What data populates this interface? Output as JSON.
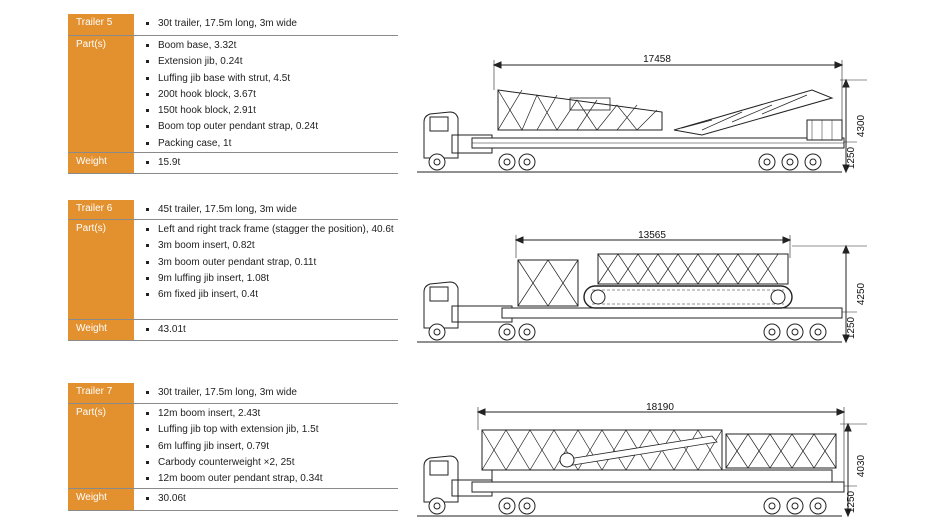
{
  "trailers": [
    {
      "title": "Trailer 5",
      "spec": "30t trailer, 17.5m long, 3m wide",
      "parts_label": "Part(s)",
      "parts": [
        "Boom base, 3.32t",
        "Extension jib, 0.24t",
        "Luffing jib base with strut, 4.5t",
        "200t hook block, 3.67t",
        "150t hook block, 2.91t",
        "Boom top outer pendant strap, 0.24t",
        "Packing case, 1t"
      ],
      "weight_label": "Weight",
      "weight": "15.9t",
      "dims": {
        "length": "17458",
        "height": "4300",
        "bed": "1250"
      }
    },
    {
      "title": "Trailer 6",
      "spec": "45t trailer, 17.5m long, 3m wide",
      "parts_label": "Part(s)",
      "parts": [
        "Left and right track frame (stagger the position), 40.6t",
        "3m boom insert, 0.82t",
        "3m boom outer pendant strap, 0.11t",
        "9m luffing jib insert, 1.08t",
        "6m fixed jib insert, 0.4t"
      ],
      "weight_label": "Weight",
      "weight": "43.01t",
      "dims": {
        "length": "13565",
        "height": "4250",
        "bed": "1250"
      }
    },
    {
      "title": "Trailer 7",
      "spec": "30t trailer, 17.5m long, 3m wide",
      "parts_label": "Part(s)",
      "parts": [
        "12m boom insert, 2.43t",
        "Luffing jib top with extension jib, 1.5t",
        "6m luffing jib insert, 0.79t",
        "Carbody counterweight ×2, 25t",
        "12m boom outer pendant strap, 0.34t"
      ],
      "weight_label": "Weight",
      "weight": "30.06t",
      "dims": {
        "length": "18190",
        "height": "4030",
        "bed": "1250"
      }
    }
  ]
}
